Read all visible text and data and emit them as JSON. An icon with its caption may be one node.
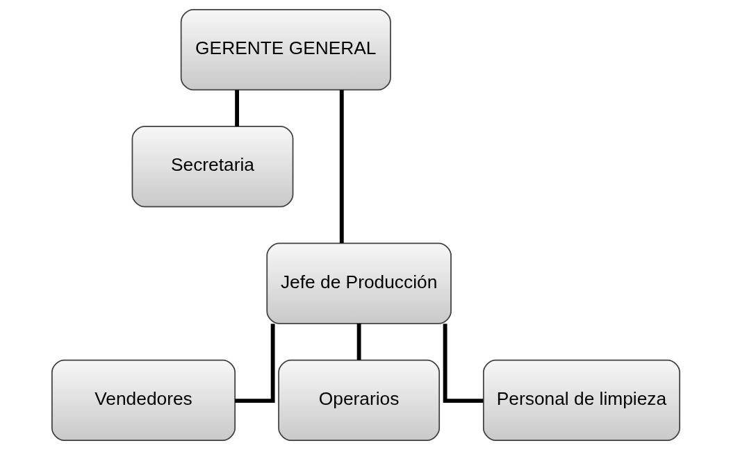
{
  "diagram": {
    "nodes": [
      {
        "text": [
          "GERENTE GENERAL"
        ]
      },
      {
        "text": [
          "Secretaria"
        ]
      },
      {
        "text": [
          "Jefe de Producción"
        ]
      },
      {
        "text": [
          "Vendedores"
        ]
      },
      {
        "text": [
          "Operarios"
        ]
      },
      {
        "text": [
          "Personal de limpieza"
        ]
      }
    ],
    "edges": [
      {
        "from": 0,
        "to": 1,
        "arrow": "none"
      },
      {
        "from": 0,
        "to": 2,
        "arrow": "none"
      },
      {
        "from": 2,
        "to": 3,
        "arrow": "none"
      },
      {
        "from": 2,
        "to": 4,
        "arrow": "none"
      },
      {
        "from": 2,
        "to": 5,
        "arrow": "none"
      }
    ]
  }
}
